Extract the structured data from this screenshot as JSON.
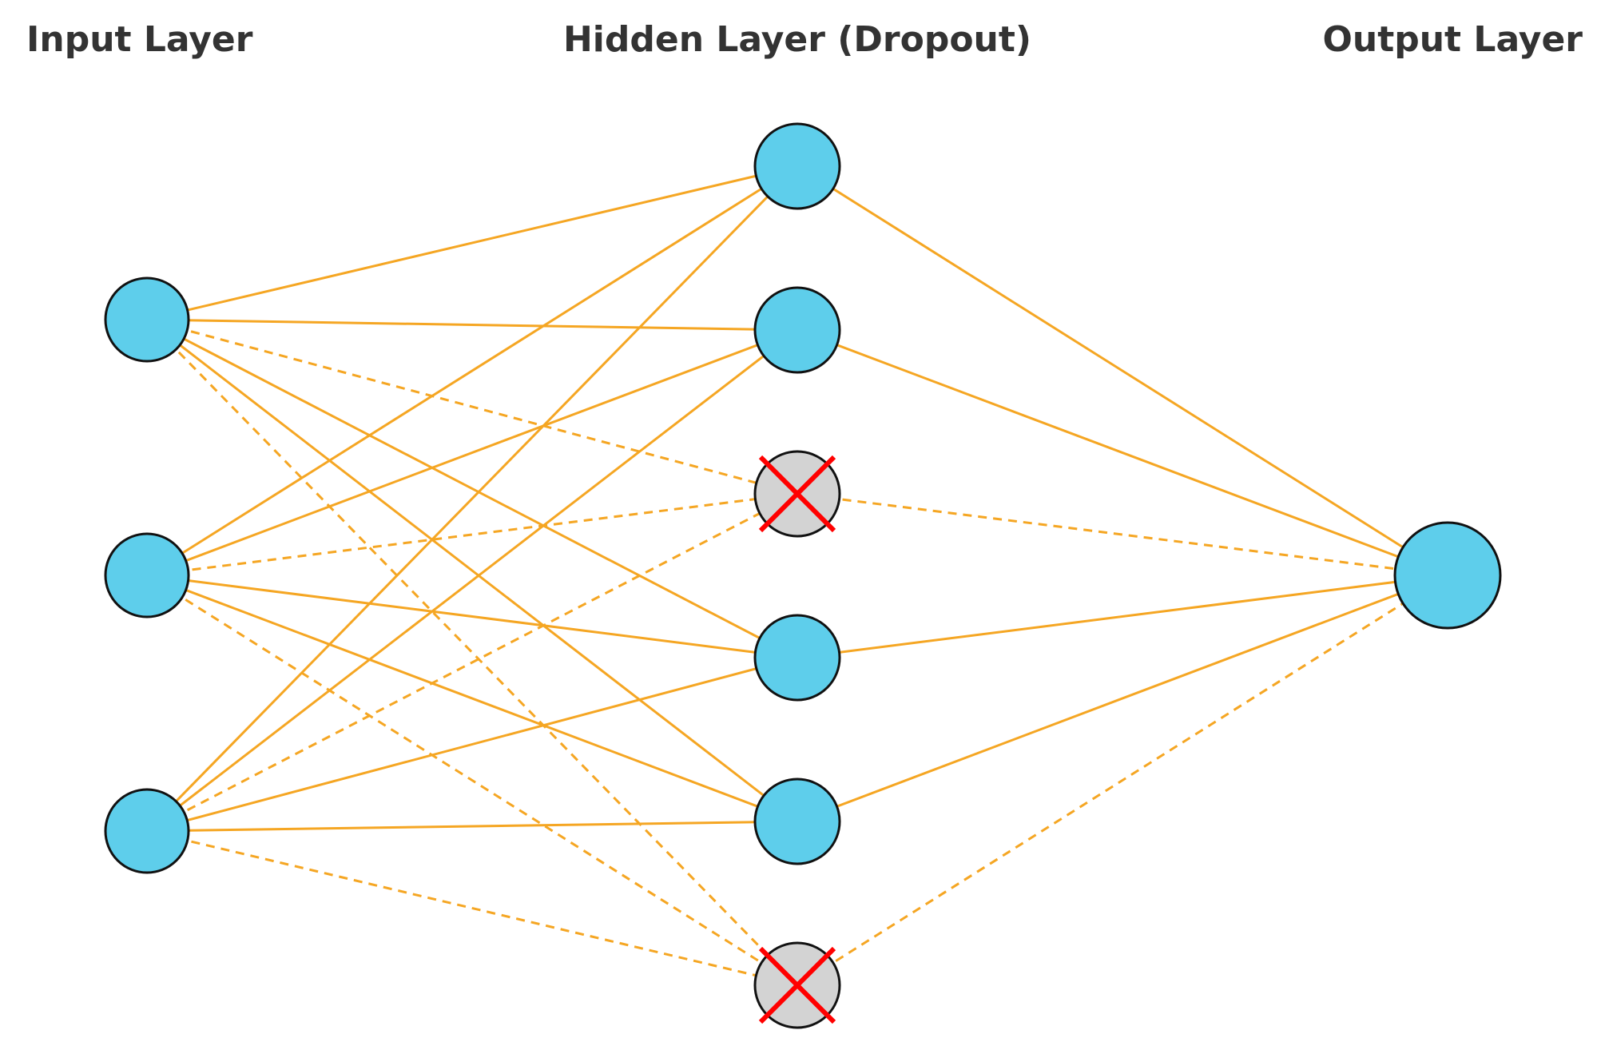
{
  "titles": {
    "input": "Input Layer",
    "hidden": "Hidden Layer (Dropout)",
    "output": "Output Layer"
  },
  "colors": {
    "active_neuron": "#5ECEEB",
    "dropped_neuron": "#D3D3D3",
    "connection": "#F5A623",
    "drop_mark": "#FF0000",
    "neuron_border": "#111111",
    "title_text": "#333333"
  },
  "network": {
    "input_neurons": 3,
    "output_neurons": 1,
    "hidden_neurons": [
      {
        "index": 1,
        "dropped": false
      },
      {
        "index": 2,
        "dropped": false
      },
      {
        "index": 3,
        "dropped": true
      },
      {
        "index": 4,
        "dropped": false
      },
      {
        "index": 5,
        "dropped": false
      },
      {
        "index": 6,
        "dropped": true
      }
    ]
  }
}
